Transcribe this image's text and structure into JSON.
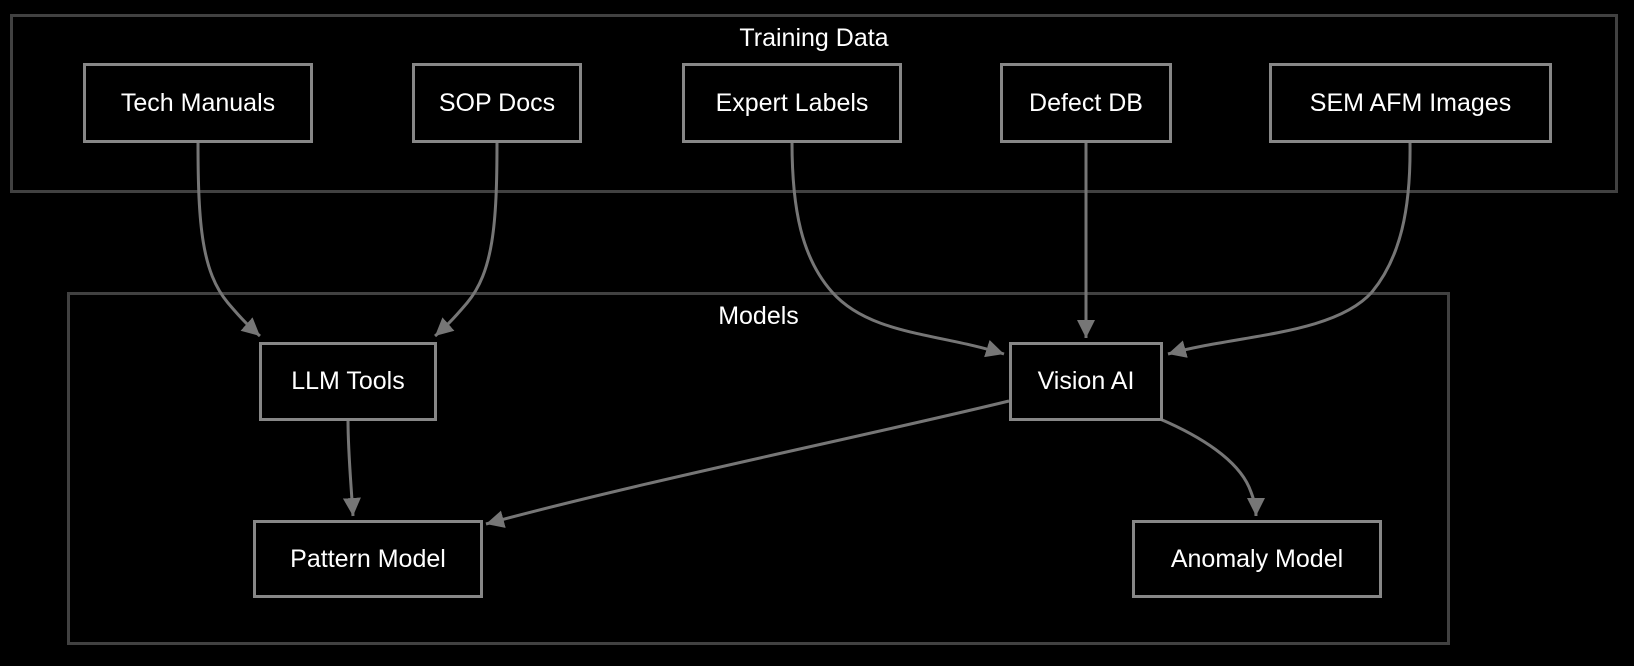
{
  "clusters": {
    "training_data": {
      "label": "Training Data"
    },
    "models": {
      "label": "Models"
    }
  },
  "nodes": {
    "tech_manuals": {
      "label": "Tech Manuals"
    },
    "sop_docs": {
      "label": "SOP Docs"
    },
    "expert_labels": {
      "label": "Expert Labels"
    },
    "defect_db": {
      "label": "Defect DB"
    },
    "sem_afm_images": {
      "label": "SEM AFM Images"
    },
    "llm_tools": {
      "label": "LLM Tools"
    },
    "vision_ai": {
      "label": "Vision AI"
    },
    "pattern_model": {
      "label": "Pattern Model"
    },
    "anomaly_model": {
      "label": "Anomaly Model"
    }
  },
  "edges": [
    {
      "from": "Tech Manuals",
      "to": "LLM Tools"
    },
    {
      "from": "SOP Docs",
      "to": "LLM Tools"
    },
    {
      "from": "Expert Labels",
      "to": "Vision AI"
    },
    {
      "from": "Defect DB",
      "to": "Vision AI"
    },
    {
      "from": "SEM AFM Images",
      "to": "Vision AI"
    },
    {
      "from": "LLM Tools",
      "to": "Pattern Model"
    },
    {
      "from": "Vision AI",
      "to": "Pattern Model"
    },
    {
      "from": "Vision AI",
      "to": "Anomaly Model"
    }
  ],
  "colors": {
    "background": "#000000",
    "node_border": "#878787",
    "cluster_border": "#414141",
    "edge": "#767676",
    "text": "#ffffff"
  }
}
